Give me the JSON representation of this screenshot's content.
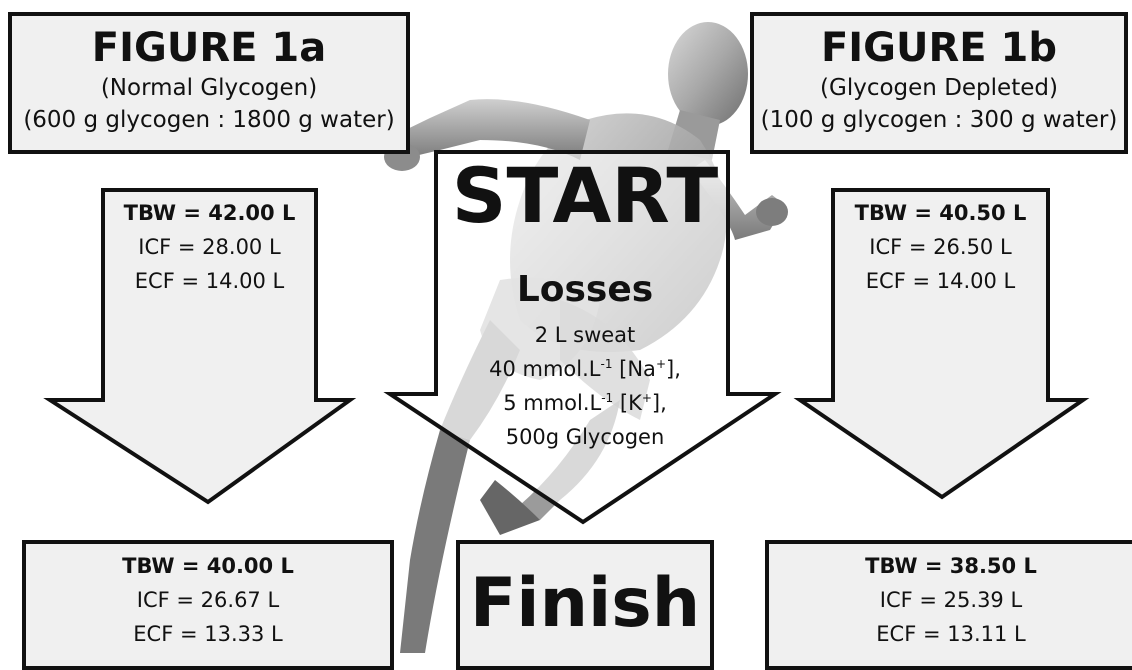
{
  "figure_a": {
    "title": "FIGURE 1a",
    "subtitle": "(Normal Glycogen)",
    "ratio": "(600 g glycogen : 1800 g water)",
    "start": {
      "tbw": "TBW = 42.00 L",
      "icf": "ICF = 28.00 L",
      "ecf": "ECF = 14.00 L"
    },
    "finish": {
      "tbw": "TBW = 40.00 L",
      "icf": "ICF = 26.67 L",
      "ecf": "ECF = 13.33 L"
    }
  },
  "figure_b": {
    "title": "FIGURE 1b",
    "subtitle": "(Glycogen Depleted)",
    "ratio": "(100 g glycogen : 300 g water)",
    "start": {
      "tbw": "TBW = 40.50 L",
      "icf": "ICF = 26.50 L",
      "ecf": "ECF = 14.00 L"
    },
    "finish": {
      "tbw": "TBW = 38.50 L",
      "icf": "ICF = 25.39 L",
      "ecf": "ECF = 13.11 L"
    }
  },
  "center": {
    "start_label": "START",
    "losses_label": "Losses",
    "sweat": "2 L sweat",
    "sodium_prefix": "40 mmol.L",
    "sodium_exp": "-1",
    "sodium_ion": "[Na",
    "sodium_charge": "+",
    "sodium_suffix": "],",
    "potassium_prefix": "5 mmol.L",
    "potassium_exp": "-1",
    "potassium_ion": "[K",
    "potassium_charge": "+",
    "potassium_suffix": "],",
    "glycogen": "500g Glycogen",
    "finish_label": "Finish"
  }
}
